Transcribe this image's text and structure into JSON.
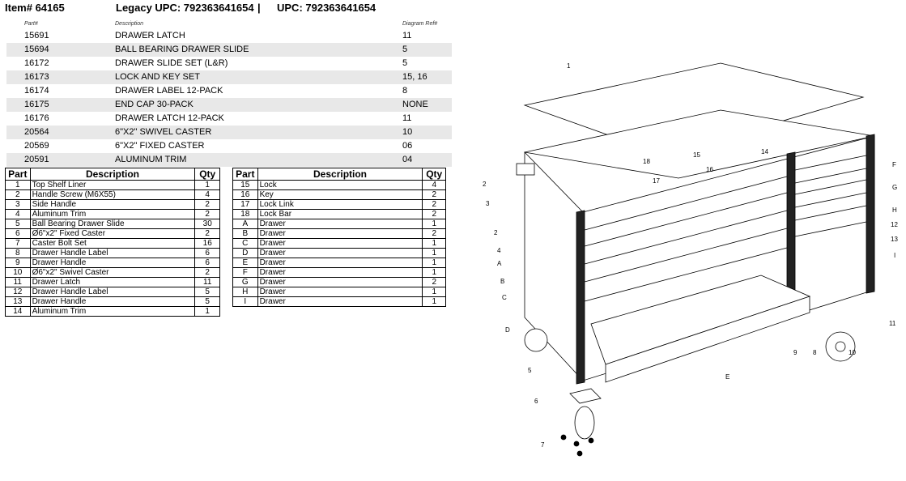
{
  "header": {
    "item": "Item# 64165",
    "legacy_upc": "Legacy UPC:  792363641654",
    "separator": "|",
    "upc": "UPC:  792363641654"
  },
  "parts_list": {
    "col_part": "Part#",
    "col_description": "Description",
    "col_ref": "Diagram Ref#",
    "rows": [
      {
        "part": "15691",
        "description": "DRAWER LATCH",
        "ref": "11"
      },
      {
        "part": "15694",
        "description": "BALL BEARING DRAWER SLIDE",
        "ref": "5"
      },
      {
        "part": "16172",
        "description": "DRAWER SLIDE SET (L&R)",
        "ref": "5"
      },
      {
        "part": "16173",
        "description": "LOCK AND KEY SET",
        "ref": "15, 16"
      },
      {
        "part": "16174",
        "description": "DRAWER LABEL 12-PACK",
        "ref": "8"
      },
      {
        "part": "16175",
        "description": "END CAP 30-PACK",
        "ref": "NONE"
      },
      {
        "part": "16176",
        "description": "DRAWER LATCH 12-PACK",
        "ref": "11"
      },
      {
        "part": "20564",
        "description": "6\"X2\" SWIVEL CASTER",
        "ref": "10"
      },
      {
        "part": "20569",
        "description": "6\"X2\" FIXED CASTER",
        "ref": "06"
      },
      {
        "part": "20591",
        "description": "ALUMINUM TRIM",
        "ref": "04"
      }
    ]
  },
  "bom_left": {
    "headers": {
      "part": "Part",
      "description": "Description",
      "qty": "Qty"
    },
    "rows": [
      {
        "part": "1",
        "description": "Top Shelf Liner",
        "qty": "1"
      },
      {
        "part": "2",
        "description": "Handle Screw (M6X55)",
        "qty": "4"
      },
      {
        "part": "3",
        "description": "Side Handle",
        "qty": "2"
      },
      {
        "part": "4",
        "description": "Aluminum Trim",
        "qty": "2"
      },
      {
        "part": "5",
        "description": "Ball Bearing Drawer Slide",
        "qty": "30"
      },
      {
        "part": "6",
        "description": "Ø6\"x2\" Fixed Caster",
        "qty": "2"
      },
      {
        "part": "7",
        "description": "Caster Bolt Set",
        "qty": "16"
      },
      {
        "part": "8",
        "description": "Drawer Handle Label",
        "qty": "6"
      },
      {
        "part": "9",
        "description": "Drawer Handle",
        "qty": "6"
      },
      {
        "part": "10",
        "description": "Ø6\"x2\" Swivel Caster",
        "qty": "2"
      },
      {
        "part": "11",
        "description": "Drawer Latch",
        "qty": "11"
      },
      {
        "part": "12",
        "description": "Drawer Handle Label",
        "qty": "5"
      },
      {
        "part": "13",
        "description": "Drawer Handle",
        "qty": "5"
      },
      {
        "part": "14",
        "description": "Aluminum Trim",
        "qty": "1"
      }
    ]
  },
  "bom_right": {
    "headers": {
      "part": "Part",
      "description": "Description",
      "qty": "Qty"
    },
    "rows": [
      {
        "part": "15",
        "description": "Lock",
        "qty": "4"
      },
      {
        "part": "16",
        "description": "Key",
        "qty": "2"
      },
      {
        "part": "17",
        "description": "Lock Link",
        "qty": "2"
      },
      {
        "part": "18",
        "description": "Lock Bar",
        "qty": "2"
      },
      {
        "part": "A",
        "description": "Drawer",
        "qty": "1"
      },
      {
        "part": "B",
        "description": "Drawer",
        "qty": "2"
      },
      {
        "part": "C",
        "description": "Drawer",
        "qty": "1"
      },
      {
        "part": "D",
        "description": "Drawer",
        "qty": "1"
      },
      {
        "part": "E",
        "description": "Drawer",
        "qty": "1"
      },
      {
        "part": "F",
        "description": "Drawer",
        "qty": "1"
      },
      {
        "part": "G",
        "description": "Drawer",
        "qty": "2"
      },
      {
        "part": "H",
        "description": "Drawer",
        "qty": "1"
      },
      {
        "part": "I",
        "description": "Drawer",
        "qty": "1"
      }
    ]
  },
  "diagram": {
    "callouts": [
      "1",
      "2",
      "3",
      "2",
      "4",
      "A",
      "B",
      "C",
      "D",
      "5",
      "6",
      "7",
      "18",
      "17",
      "15",
      "16",
      "14",
      "F",
      "G",
      "H",
      "12",
      "13",
      "I",
      "11",
      "10",
      "9",
      "8",
      "E"
    ]
  }
}
